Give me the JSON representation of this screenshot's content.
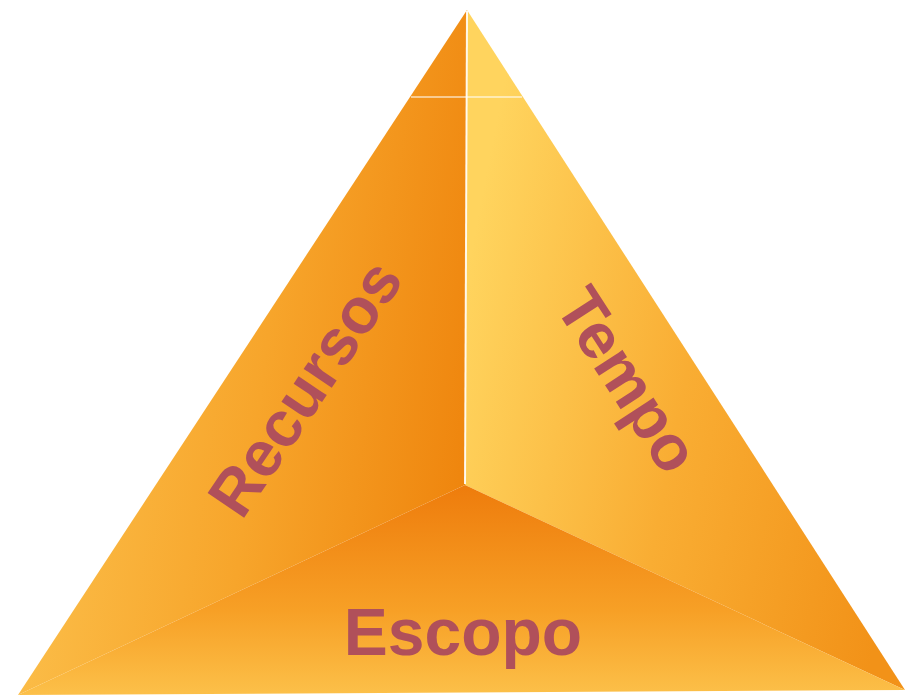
{
  "diagram": {
    "nodes": [
      {
        "text": [
          "Recursos"
        ]
      },
      {
        "text": [
          "Tempo"
        ]
      },
      {
        "text": [
          "Escopo"
        ]
      }
    ]
  }
}
